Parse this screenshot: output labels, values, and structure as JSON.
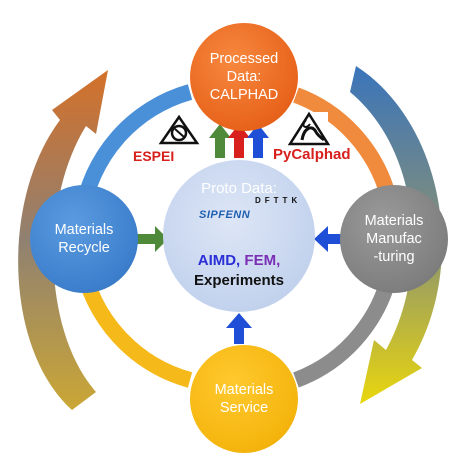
{
  "nodes": {
    "processed": {
      "line1": "Processed",
      "line2": "Data:",
      "line3": "CALPHAD",
      "color": "#e8641c"
    },
    "recycle": {
      "line1": "Materials",
      "line2": "Recycle",
      "color": "#3d7fcc"
    },
    "manuf": {
      "line1": "Materials",
      "line2": "Manufac",
      "line3": "-turing",
      "color": "#7f7f7f"
    },
    "service": {
      "line1": "Materials",
      "line2": "Service",
      "color": "#f5b50e"
    },
    "proto": {
      "title": "Proto Data:",
      "aimd": "AIMD,",
      "fem": "FEM,",
      "experiments": "Experiments",
      "color": "#c5d4ee"
    }
  },
  "logos": {
    "espei": {
      "label": "ESPEI",
      "icon": "espei-logo-icon"
    },
    "pycalphad": {
      "label": "PyCalphad",
      "icon": "pycalphad-logo-icon"
    },
    "sipfenn": {
      "label": "SIPFENN",
      "icon": "sipfenn-logo-icon"
    },
    "dfttk": {
      "label": "DFTTK",
      "icon": "dfttk-psi-logo-icon"
    }
  },
  "arrow_colors": {
    "green": "#4e8a3a",
    "red": "#d8201d",
    "blue": "#1f4fd6"
  },
  "ring_colors": {
    "orange": "#f08a3c",
    "blue": "#4a90d9",
    "yellow": "#f6b91a",
    "gray": "#8c8c8c"
  }
}
